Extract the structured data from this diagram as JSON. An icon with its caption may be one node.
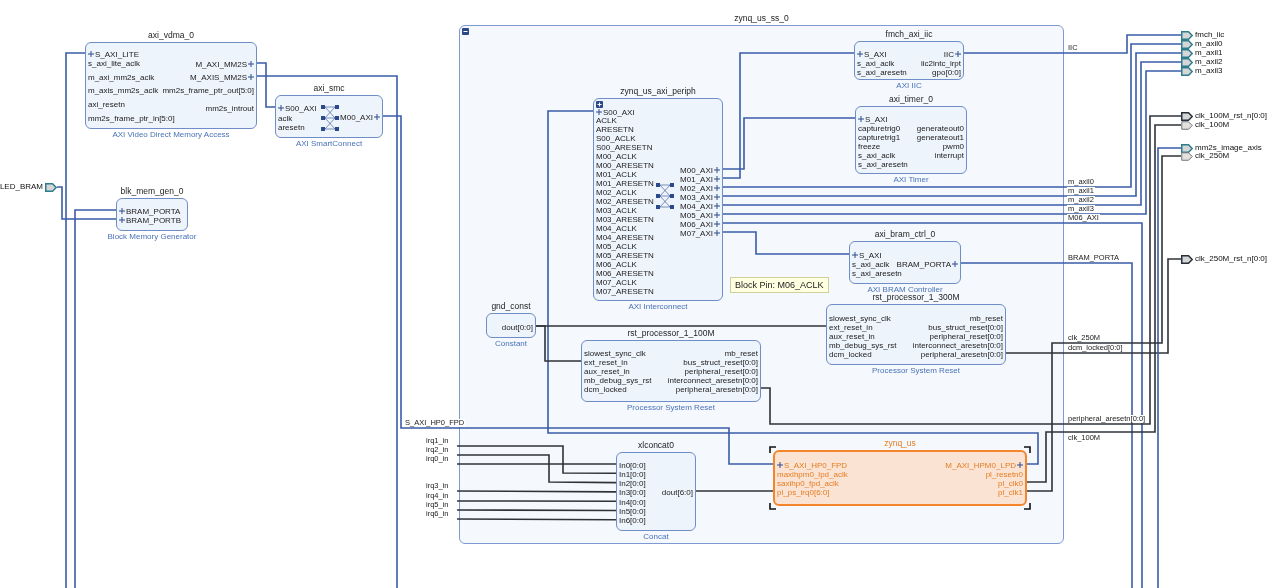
{
  "diagram": {
    "nodes": [
      {
        "text": [
          "axi_vdma_0",
          "S_AXI_LITE",
          "s_axi_lite_aclk",
          "m_axi_mm2s_aclk",
          "m_axis_mm2s_aclk",
          "axi_resetn",
          "mm2s_frame_ptr_in[5:0]",
          "M_AXI_MM2S",
          "M_AXIS_MM2S",
          "mm2s_frame_ptr_out[5:0]",
          "mm2s_introut",
          "AXI Video Direct Memory Access"
        ]
      },
      {
        "text": [
          "axi_smc",
          "S00_AXI",
          "aclk",
          "aresetn",
          "M00_AXI",
          "AXI SmartConnect"
        ]
      },
      {
        "text": [
          "blk_mem_gen_0",
          "BRAM_PORTA",
          "BRAM_PORTB",
          "Block Memory Generator"
        ]
      },
      {
        "text": [
          "LED_BRAM"
        ]
      },
      {
        "text": [
          "zynq_us_ss_0"
        ]
      },
      {
        "text": [
          "zynq_us_axi_periph",
          "S00_AXI",
          "ACLK",
          "ARESETN",
          "S00_ACLK",
          "S00_ARESETN",
          "M00_ACLK",
          "M00_ARESETN",
          "M01_ACLK",
          "M01_ARESETN",
          "M02_ACLK",
          "M02_ARESETN",
          "M03_ACLK",
          "M03_ARESETN",
          "M04_ACLK",
          "M04_ARESETN",
          "M05_ACLK",
          "M05_ARESETN",
          "M06_ACLK",
          "M06_ARESETN",
          "M07_ACLK",
          "M07_ARESETN",
          "M00_AXI",
          "M01_AXI",
          "M02_AXI",
          "M03_AXI",
          "M04_AXI",
          "M05_AXI",
          "M06_AXI",
          "M07_AXI",
          "AXI Interconnect"
        ],
        "in": 4
      },
      {
        "text": [
          "fmch_axi_iic",
          "S_AXI",
          "s_axi_aclk",
          "s_axi_aresetn",
          "IIC",
          "iic2intc_irpt",
          "gpo[0:0]",
          "AXI IIC"
        ],
        "in": 4
      },
      {
        "text": [
          "axi_timer_0",
          "S_AXI",
          "capturetrig0",
          "capturetrig1",
          "freeze",
          "s_axi_aclk",
          "s_axi_aresetn",
          "generateout0",
          "generateout1",
          "pwm0",
          "interrupt",
          "AXI Timer"
        ],
        "in": 4
      },
      {
        "text": [
          "axi_bram_ctrl_0",
          "S_AXI",
          "s_axi_aclk",
          "s_axi_aresetn",
          "BRAM_PORTA",
          "AXI BRAM Controller"
        ],
        "in": 4
      },
      {
        "text": [
          "gnd_const",
          "dout[0:0]",
          "Constant"
        ],
        "in": 4
      },
      {
        "text": [
          "rst_processor_1_100M",
          "slowest_sync_clk",
          "ext_reset_in",
          "aux_reset_in",
          "mb_debug_sys_rst",
          "dcm_locked",
          "mb_reset",
          "bus_struct_reset[0:0]",
          "peripheral_reset[0:0]",
          "interconnect_aresetn[0:0]",
          "peripheral_aresetn[0:0]",
          "Processor System Reset"
        ],
        "in": 4
      },
      {
        "text": [
          "rst_processor_1_300M",
          "slowest_sync_clk",
          "ext_reset_in",
          "aux_reset_in",
          "mb_debug_sys_rst",
          "dcm_locked",
          "mb_reset",
          "bus_struct_reset[0:0]",
          "peripheral_reset[0:0]",
          "interconnect_aresetn[0:0]",
          "peripheral_aresetn[0:0]",
          "Processor System Reset"
        ],
        "in": 4
      },
      {
        "text": [
          "xlconcat0",
          "In0[0:0]",
          "In1[0:0]",
          "In2[0:0]",
          "In3[0:0]",
          "In4[0:0]",
          "In5[0:0]",
          "In6[0:0]",
          "dout[6:0]",
          "Concat"
        ],
        "in": 4
      },
      {
        "text": [
          "zynq_us",
          "S_AXI_HP0_FPD",
          "maxihpm0_lpd_aclk",
          "saxihp0_fpd_aclk",
          "pl_ps_irq0[6:0]",
          "M_AXI_HPM0_LPD",
          "pl_resetn0",
          "pl_clk0",
          "pl_clk1"
        ],
        "in": 4
      },
      {
        "text": [
          "fmch_iic"
        ]
      },
      {
        "text": [
          "m_axil0"
        ]
      },
      {
        "text": [
          "m_axil1"
        ]
      },
      {
        "text": [
          "m_axil2"
        ]
      },
      {
        "text": [
          "m_axil3"
        ]
      },
      {
        "text": [
          "clk_100M_rst_n[0:0]"
        ]
      },
      {
        "text": [
          "clk_100M"
        ]
      },
      {
        "text": [
          "mm2s_image_axis"
        ]
      },
      {
        "text": [
          "clk_250M"
        ]
      },
      {
        "text": [
          "clk_250M_rst_n[0:0]"
        ]
      }
    ],
    "edges": [
      {
        "from": 0,
        "to": 1,
        "arrow": "none"
      },
      {
        "from": 0,
        "to": null,
        "arrow": "none"
      },
      {
        "from": null,
        "to": 0,
        "arrow": "none"
      },
      {
        "from": 3,
        "to": 2,
        "arrow": "none"
      },
      {
        "from": null,
        "to": 2,
        "arrow": "none"
      },
      {
        "from": 1,
        "to": 13,
        "label": "S_AXI_HP0_FPD",
        "arrow": "none"
      },
      {
        "from": 13,
        "to": 5,
        "arrow": "none"
      },
      {
        "from": 5,
        "to": 7,
        "arrow": "none"
      },
      {
        "from": 5,
        "to": 6,
        "arrow": "none"
      },
      {
        "from": 5,
        "to": 15,
        "label": "m_axil0",
        "arrow": "none"
      },
      {
        "from": 5,
        "to": 16,
        "label": "m_axil1",
        "arrow": "none"
      },
      {
        "from": 5,
        "to": 17,
        "label": "m_axil2",
        "arrow": "none"
      },
      {
        "from": 5,
        "to": 18,
        "label": "m_axil3",
        "arrow": "none"
      },
      {
        "from": 5,
        "to": null,
        "label": "M06_AXI",
        "arrow": "none"
      },
      {
        "from": 5,
        "to": 8,
        "arrow": "none"
      },
      {
        "from": 6,
        "to": 14,
        "label": "IIC",
        "arrow": "none"
      },
      {
        "from": 8,
        "to": null,
        "label": "BRAM_PORTA",
        "arrow": "none"
      },
      {
        "from": 9,
        "to": 10,
        "arrow": "none",
        "color": "#2f3338"
      },
      {
        "from": 9,
        "to": 11,
        "arrow": "none",
        "color": "#2f3338"
      },
      {
        "from": 11,
        "to": 23,
        "label": "dcm_locked[0:0]",
        "arrow": "none",
        "color": "#2f3338"
      },
      {
        "from": null,
        "to": 21,
        "arrow": "none"
      },
      {
        "from": 12,
        "to": 13,
        "arrow": "none",
        "color": "#2f3338"
      },
      {
        "from": 13,
        "to": 22,
        "label": "clk_250M",
        "arrow": "none",
        "color": "#2f3338"
      },
      {
        "from": 13,
        "to": 20,
        "label": "clk_100M",
        "arrow": "none",
        "color": "#2f3338"
      },
      {
        "from": 10,
        "to": 19,
        "label": "peripheral_aresetn[0:0]",
        "arrow": "none",
        "color": "#2f3338"
      },
      {
        "from": null,
        "to": 12,
        "label": "irq1_in",
        "arrow": "none",
        "color": "#2f3338"
      },
      {
        "from": null,
        "to": 12,
        "label": "irq2_in",
        "arrow": "none",
        "color": "#2f3338"
      },
      {
        "from": null,
        "to": 12,
        "label": "irq0_in",
        "arrow": "none",
        "color": "#2f3338"
      },
      {
        "from": null,
        "to": 12,
        "label": "irq3_in",
        "arrow": "none",
        "color": "#2f3338"
      },
      {
        "from": null,
        "to": 12,
        "label": "irq4_in",
        "arrow": "none",
        "color": "#2f3338"
      },
      {
        "from": null,
        "to": 12,
        "label": "irq5_in",
        "arrow": "none",
        "color": "#2f3338"
      },
      {
        "from": null,
        "to": 12,
        "label": "irq6_in",
        "arrow": "none",
        "color": "#2f3338"
      }
    ],
    "labels": [
      "Block Pin: M06_ACLK"
    ]
  }
}
